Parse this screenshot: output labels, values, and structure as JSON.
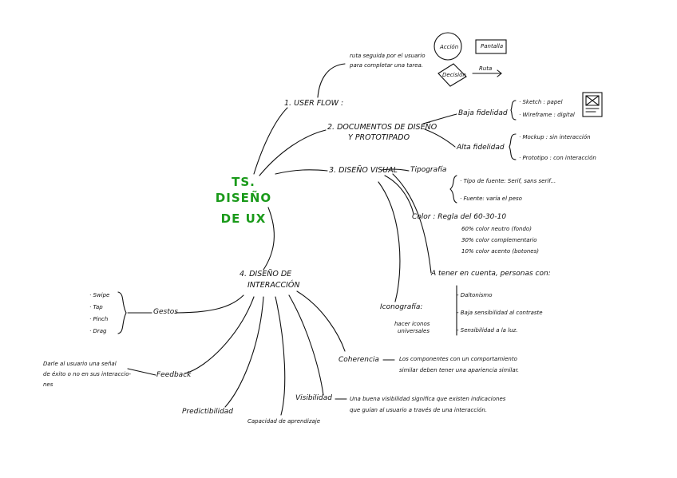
{
  "title": {
    "line1": "TS. DISEÑO",
    "line2": "DE  UX"
  },
  "user_flow": {
    "label": "1. USER FLOW :",
    "definition": [
      "ruta seguida por el usuario",
      "para completar una tarea."
    ],
    "legend": {
      "action": "Acción",
      "screen": "Pantalla",
      "decision": "Decisión",
      "route": "Ruta"
    }
  },
  "documents": {
    "label": [
      "2. DOCUMENTOS DE DISEÑO",
      "Y PROTOTIPADO"
    ],
    "low_fidelity": {
      "label": "Baja fidelidad",
      "items": [
        "· Sketch : papel",
        "· Wireframe : digital"
      ]
    },
    "high_fidelity": {
      "label": "Alta fidelidad",
      "items": [
        "· Mockup : sin interacción",
        "· Prototipo : con interacción"
      ]
    }
  },
  "visual_design": {
    "label": "3. DISEÑO VISUAL",
    "typography": {
      "label": "Tipografía",
      "items": [
        "· Tipo de fuente: Serif, sans serif...",
        "· Fuente: varía el peso"
      ]
    },
    "color": {
      "label": "Color : Regla del 60-30-10",
      "items": [
        "60% color neutro (fondo)",
        "30% color complementario",
        "10% color acento (botones)"
      ]
    },
    "accessibility": {
      "label": "A tener en cuenta, personas con:",
      "items": [
        "- Daltonismo",
        "- Baja sensibilidad al contraste",
        "- Sensibilidad a la luz."
      ]
    },
    "iconography": {
      "label": "Iconografía:",
      "detail": [
        "hacer iconos",
        "universales"
      ]
    }
  },
  "interaction_design": {
    "label": [
      "4. DISEÑO DE",
      "INTERACCIÓN"
    ],
    "gestures": {
      "label": "Gestos",
      "items": [
        "· Swipe",
        "· Tap",
        "· Pinch",
        "· Drag"
      ]
    },
    "feedback": {
      "label": "Feedback",
      "detail": [
        "Darle al usuario una señal",
        "de éxito o no en sus interaccio-",
        "nes"
      ]
    },
    "predictability": "Predictibilidad",
    "learning": "Capacidad de aprendizaje",
    "visibility": {
      "label": "Visibilidad",
      "detail": [
        "Una buena visibilidad significa que existen indicaciones",
        "que guían al usuario a través de una interacción."
      ]
    },
    "coherence": {
      "label": "Coherencia",
      "detail": [
        "Los componentes con un comportamiento",
        "similar deben tener una apariencia similar."
      ]
    }
  }
}
